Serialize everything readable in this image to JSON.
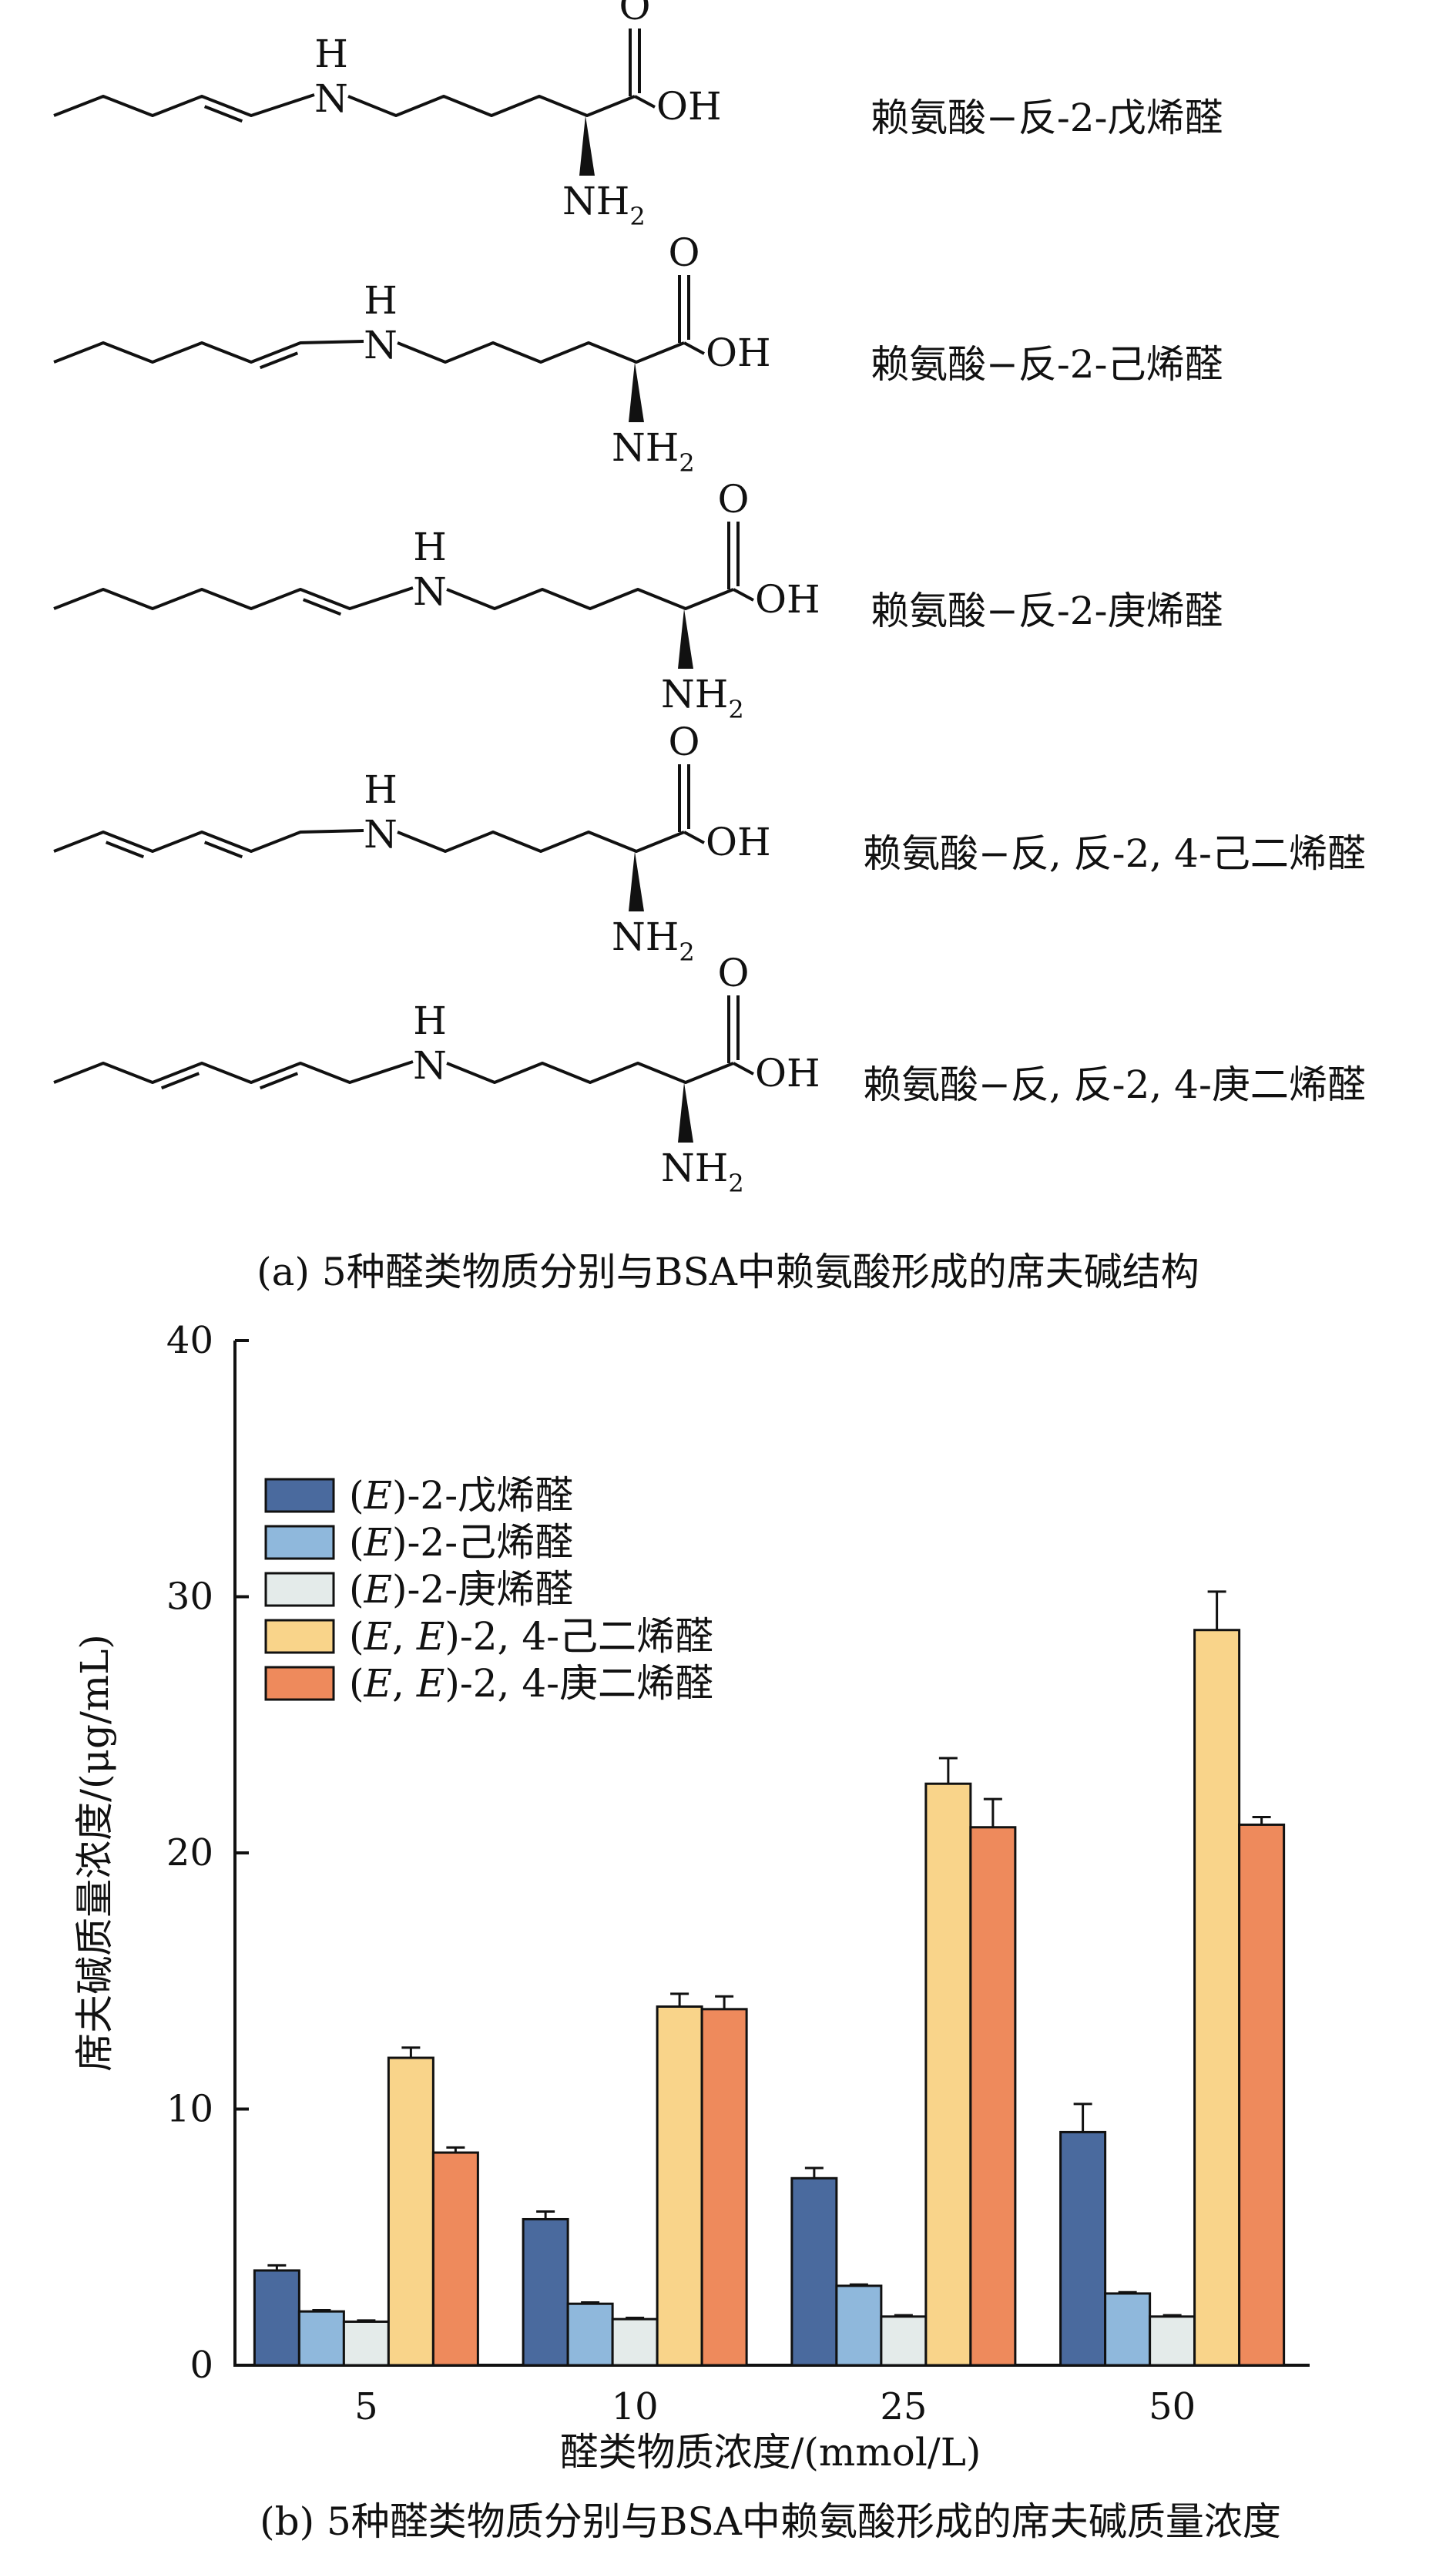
{
  "panel_a": {
    "caption": "(a) 5种醛类物质分别与BSA中赖氨酸形成的席夫碱结构",
    "structures": [
      {
        "name": "赖氨酸−反-2-戊烯醛"
      },
      {
        "name": "赖氨酸−反-2-己烯醛"
      },
      {
        "name": "赖氨酸−反-2-庚烯醛"
      },
      {
        "name": "赖氨酸−反, 反-2, 4-己二烯醛"
      },
      {
        "name": "赖氨酸−反, 反-2, 4-庚二烯醛"
      }
    ],
    "atoms": {
      "h": "H",
      "n": "N",
      "o": "O",
      "oh": "OH",
      "nh": "NH",
      "sub2": "2"
    }
  },
  "panel_b": {
    "caption": "(b) 5种醛类物质分别与BSA中赖氨酸形成的席夫碱质量浓度"
  },
  "chart_data": {
    "type": "bar",
    "title": "",
    "xlabel": "醛类物质浓度/(mmol/L)",
    "ylabel": "席夫碱质量浓度/(μg/mL)",
    "ylim": [
      0,
      40
    ],
    "yticks": [
      0,
      10,
      20,
      30,
      40
    ],
    "categories": [
      "5",
      "10",
      "25",
      "50"
    ],
    "legend_position": "upper-left",
    "series": [
      {
        "name": "(E)-2-戊烯醛",
        "name_parts": [
          "(",
          "E",
          ")-2-戊烯醛"
        ],
        "color": "#4a6a9e",
        "values": [
          3.7,
          5.7,
          7.3,
          9.1
        ],
        "errors": [
          0.2,
          0.3,
          0.4,
          1.1
        ]
      },
      {
        "name": "(E)-2-己烯醛",
        "name_parts": [
          "(",
          "E",
          ")-2-己烯醛"
        ],
        "color": "#8fb8dc",
        "values": [
          2.1,
          2.4,
          3.1,
          2.8
        ],
        "errors": [
          0.05,
          0.05,
          0.05,
          0.05
        ]
      },
      {
        "name": "(E)-2-庚烯醛",
        "name_parts": [
          "(",
          "E",
          ")-2-庚烯醛"
        ],
        "color": "#e4ebea",
        "values": [
          1.7,
          1.8,
          1.9,
          1.9
        ],
        "errors": [
          0.05,
          0.05,
          0.05,
          0.05
        ]
      },
      {
        "name": "(E, E)-2, 4-己二烯醛",
        "name_parts": [
          "(",
          "E",
          ", ",
          "E",
          ")-2, 4-己二烯醛"
        ],
        "color": "#f9d48a",
        "values": [
          12.0,
          14.0,
          22.7,
          28.7
        ],
        "errors": [
          0.4,
          0.5,
          1.0,
          1.5
        ]
      },
      {
        "name": "(E, E)-2, 4-庚二烯醛",
        "name_parts": [
          "(",
          "E",
          ", ",
          "E",
          ")-2, 4-庚二烯醛"
        ],
        "color": "#ee8a5c",
        "values": [
          8.3,
          13.9,
          21.0,
          21.1
        ],
        "errors": [
          0.2,
          0.5,
          1.1,
          0.3
        ]
      }
    ]
  }
}
